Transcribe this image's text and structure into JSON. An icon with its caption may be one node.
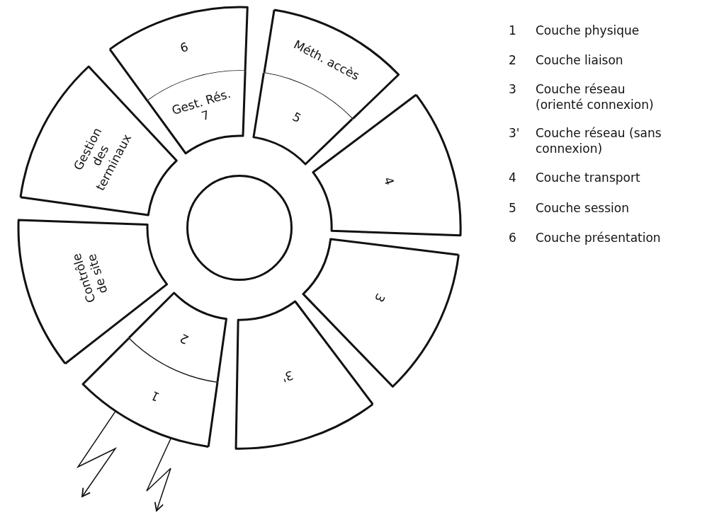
{
  "diagram": {
    "nodes": [
      {
        "text": [
          "6"
        ]
      },
      {
        "text": [
          "Méth. accès"
        ]
      },
      {
        "text": [
          "Gest. Rés.",
          "7"
        ]
      },
      {
        "text": [
          "5"
        ]
      },
      {
        "text": [
          "Gestion des terminaux"
        ]
      },
      {
        "text": [
          "4"
        ]
      },
      {
        "text": [],
        "shape": "circle"
      },
      {
        "text": [
          "Contrôle de site"
        ]
      },
      {
        "text": [
          "3"
        ]
      },
      {
        "text": [
          "2"
        ]
      },
      {
        "text": [
          "3'"
        ]
      },
      {
        "text": [
          "1"
        ]
      }
    ],
    "edges": [
      {
        "from": 11,
        "to": null,
        "arrow": "to"
      },
      {
        "from": 11,
        "to": null,
        "arrow": "to"
      }
    ],
    "labels": [
      "1",
      "Couche physique",
      "2",
      "Couche liaison",
      "3",
      "Couche réseau (orienté connexion)",
      "3'",
      "Couche réseau (sans connexion)",
      "4",
      "Couche transport",
      "5",
      "Couche session",
      "6",
      "Couche présentation"
    ]
  }
}
